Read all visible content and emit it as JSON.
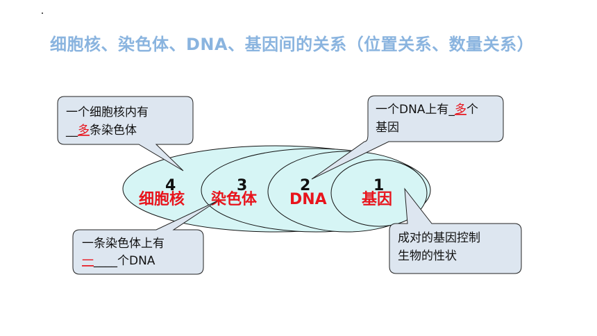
{
  "title": "细胞核、染色体、DNA、基因间的关系（位置关系、数量关系）",
  "levels": [
    {
      "number": "4",
      "label": "细胞核"
    },
    {
      "number": "3",
      "label": "染色体"
    },
    {
      "number": "2",
      "label": "DNA"
    },
    {
      "number": "1",
      "label": "基因"
    }
  ],
  "callouts": {
    "nucleus": {
      "line1": "一个细胞核内有",
      "blank_prefix": "__",
      "answer": "多",
      "suffix": "条染色体"
    },
    "dna": {
      "line1_prefix": "一个DNA上有_",
      "answer": "多",
      "line1_suffix": "个",
      "line2": "基因"
    },
    "chromosome": {
      "line1": "一条染色体上有",
      "answer": "一",
      "blank_suffix": "____",
      "suffix": "个DNA"
    },
    "gene": {
      "line1": "成对的基因控制",
      "line2": "生物的性状"
    }
  },
  "colors": {
    "title": "#8ab4df",
    "ellipse_fill": "#d6f5f5",
    "callout_fill": "#dde6f0",
    "answer": "#e8141c"
  }
}
